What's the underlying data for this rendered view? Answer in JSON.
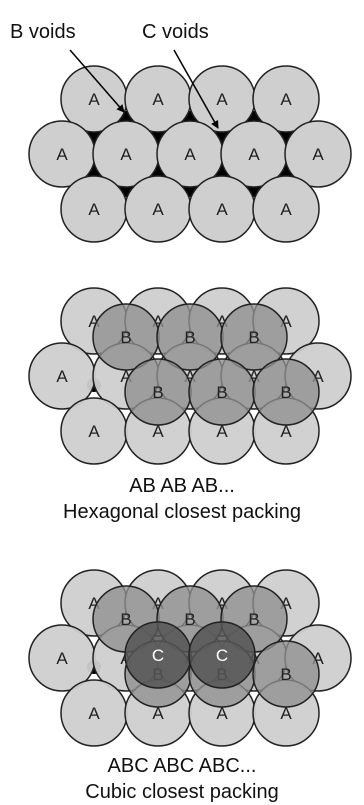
{
  "colors": {
    "a_layer": "#cfcfcf",
    "b_layer": "#8f8f8f",
    "c_layer": "#555555",
    "outline": "#222222",
    "void": "#000000"
  },
  "annotations": {
    "b_voids": "B voids",
    "c_voids": "C voids"
  },
  "panels": [
    {
      "caption_line1": "",
      "caption_line2": "",
      "layers": [
        {
          "label": "A",
          "role": "a"
        }
      ]
    },
    {
      "caption_line1": "AB AB AB...",
      "caption_line2": "Hexagonal closest packing",
      "layers": [
        {
          "label": "A",
          "role": "a"
        },
        {
          "label": "B",
          "role": "b"
        }
      ]
    },
    {
      "caption_line1": "ABC ABC ABC...",
      "caption_line2": "Cubic closest packing",
      "layers": [
        {
          "label": "A",
          "role": "a"
        },
        {
          "label": "B",
          "role": "b"
        },
        {
          "label": "C",
          "role": "c"
        }
      ]
    }
  ]
}
